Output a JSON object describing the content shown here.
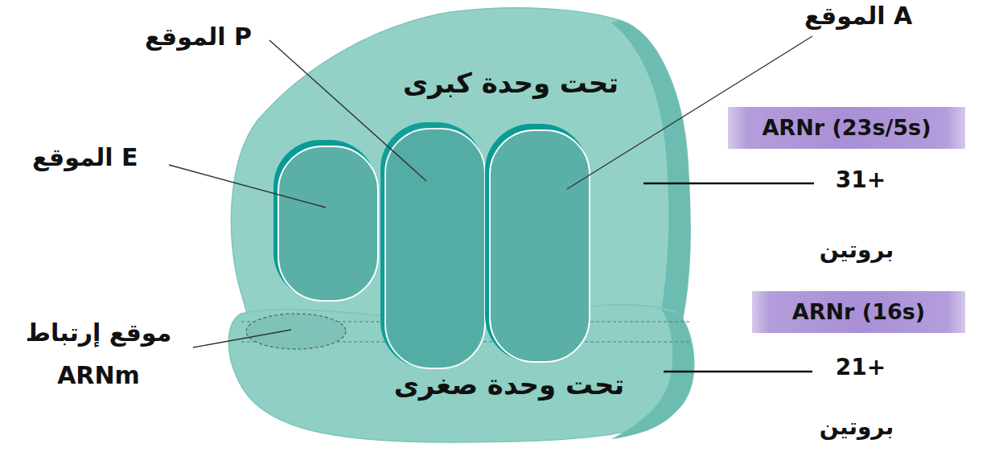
{
  "diagram": {
    "nodes": [
      {
        "text": [
          "تحت وحدة كبرى"
        ]
      },
      {
        "text": [
          "تحت وحدة صغرى"
        ]
      }
    ],
    "labels": [
      "الموقع P",
      "الموقع A",
      "الموقع E",
      "موقع إرتباط ARNm",
      "ARNr (23s/5s)",
      "+31",
      "بروتين",
      "ARNr (16s)",
      "+21",
      "بروتين"
    ]
  }
}
